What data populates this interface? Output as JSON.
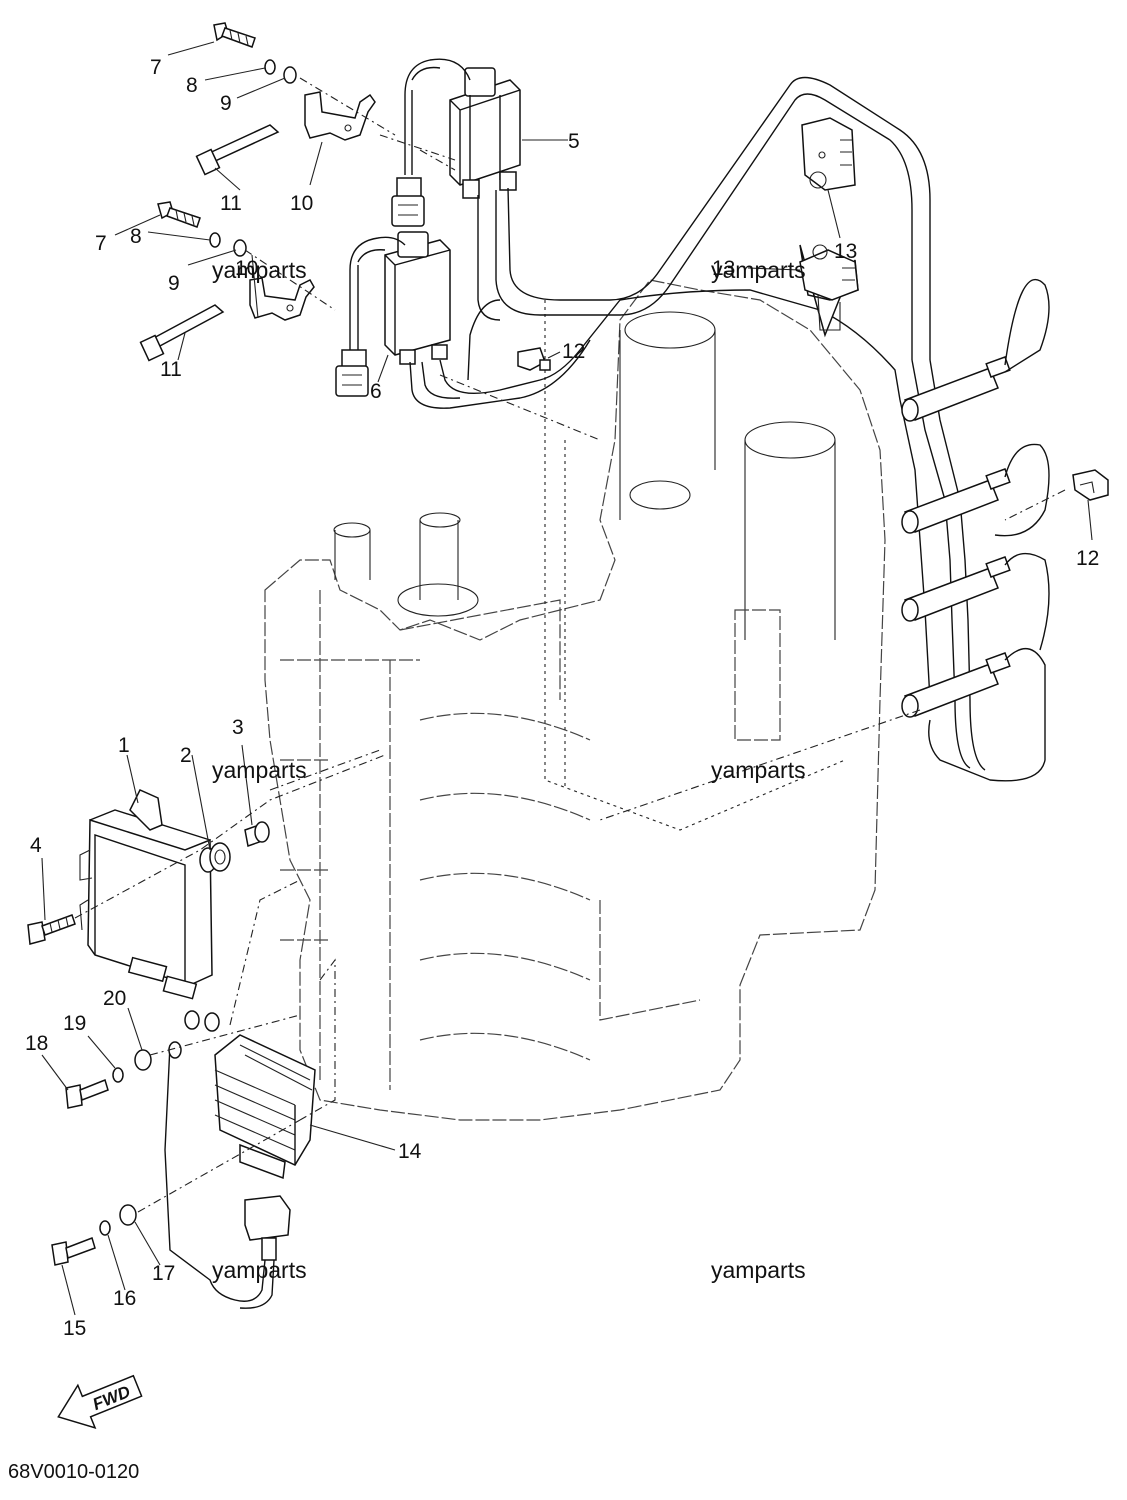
{
  "labels": {
    "p1": "1",
    "p2": "2",
    "p3": "3",
    "p4": "4",
    "p5": "5",
    "p6": "6",
    "p7a": "7",
    "p7b": "7",
    "p8a": "8",
    "p8b": "8",
    "p9a": "9",
    "p9b": "9",
    "p10a": "10",
    "p10b": "10",
    "p11a": "11",
    "p11b": "11",
    "p12a": "12",
    "p12b": "12",
    "p13a": "13",
    "p13b": "13",
    "p14": "14",
    "p15": "15",
    "p16": "16",
    "p17": "17",
    "p18": "18",
    "p19": "19",
    "p20": "20"
  },
  "watermark": "yamparts",
  "fwd_label": "FWD",
  "drawing_code": "68V0010-0120"
}
